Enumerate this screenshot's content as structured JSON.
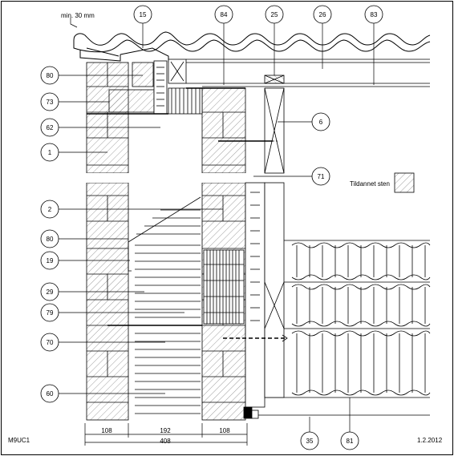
{
  "drawing": {
    "code": "M9UC1",
    "date": "1.2.2012",
    "note_min": "min. 30 mm",
    "legend_label": "Tildannet sten"
  },
  "callouts_left": [
    "80",
    "73",
    "62",
    "1",
    "2",
    "80",
    "19",
    "29",
    "79",
    "70",
    "60"
  ],
  "callouts_top": [
    "15",
    "84",
    "25",
    "26",
    "83"
  ],
  "callouts_right": [
    "6",
    "71"
  ],
  "callouts_bottom": [
    "35",
    "81"
  ],
  "dimensions": {
    "segments": [
      "108",
      "192",
      "108"
    ],
    "total": "408"
  },
  "colors": {
    "line": "#000000",
    "hatch": "#6b6b6b",
    "leader": "#000000"
  }
}
